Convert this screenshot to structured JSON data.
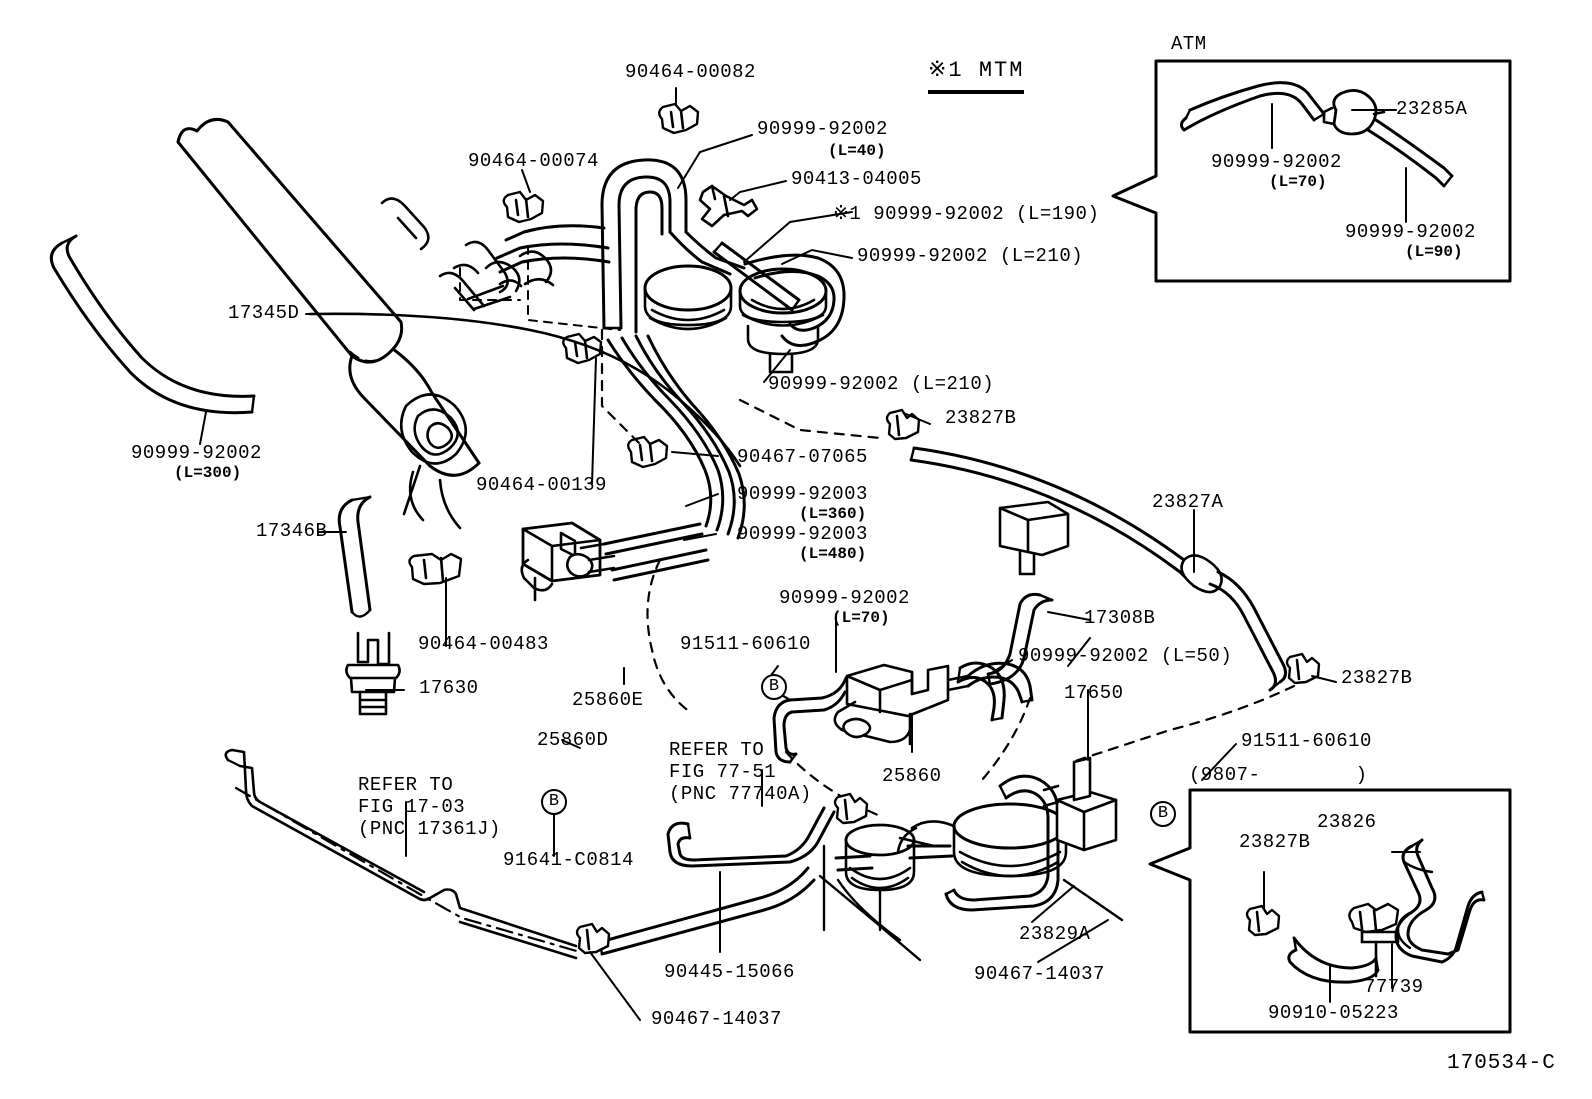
{
  "diagram": {
    "number": "170534-C",
    "note_mtm": "※1 MTM",
    "callout_letter": "B"
  },
  "insets": {
    "atm": {
      "title": "ATM",
      "labels": [
        {
          "text": "23285A"
        },
        {
          "text": "90999-92002",
          "sub": "(L=70)"
        },
        {
          "text": "90999-92002",
          "sub": "(L=90)"
        }
      ]
    },
    "date_range": {
      "title": "(9807-        )",
      "labels": [
        {
          "text": "23826"
        },
        {
          "text": "23827B"
        },
        {
          "text": "90910-05223"
        },
        {
          "text": "77739"
        }
      ]
    }
  },
  "labels": {
    "l_90464_00082": "90464-00082",
    "l_90464_00074": "90464-00074",
    "l_90999_92002_L40": "90999-92002",
    "l_90999_92002_L40_sub": "(L=40)",
    "l_90413_04005": "90413-04005",
    "l_90999_92002_L190": "※1 90999-92002 (L=190)",
    "l_90999_92002_L210_a": "90999-92002 (L=210)",
    "l_90999_92002_L210_b": "90999-92002 (L=210)",
    "l_17345D": "17345D",
    "l_90999_92002_L300": "90999-92002",
    "l_90999_92002_L300_sub": "(L=300)",
    "l_17346B": "17346B",
    "l_90464_00139": "90464-00139",
    "l_90464_00483": "90464-00483",
    "l_17630": "17630",
    "l_25860E": "25860E",
    "l_25860D": "25860D",
    "l_91641_C0814": "91641-C0814",
    "l_refer_17_03": "REFER TO\nFIG 17-03\n(PNC 17361J)",
    "l_90467_07065": "90467-07065",
    "l_90999_92003_L360": "90999-92003",
    "l_90999_92003_L360_sub": "(L=360)",
    "l_90999_92003_L480": "90999-92003",
    "l_90999_92003_L480_sub": "(L=480)",
    "l_23827B_top": "23827B",
    "l_23827A": "23827A",
    "l_23827B_right": "23827B",
    "l_17308B": "17308B",
    "l_90999_92002_L50": "90999-92002 (L=50)",
    "l_90999_92002_L70": "90999-92002",
    "l_90999_92002_L70_sub": "(L=70)",
    "l_91511_60610_left": "91511-60610",
    "l_91511_60610_right": "91511-60610",
    "l_refer_77_51": "REFER TO\nFIG 77-51\n(PNC 77740A)",
    "l_25860": "25860",
    "l_17650": "17650",
    "l_23829A": "23829A",
    "l_90445_15066": "90445-15066",
    "l_90467_14037_a": "90467-14037",
    "l_90467_14037_b": "90467-14037",
    "l_atm_title": "ATM",
    "l_atm_23285A": "23285A",
    "l_atm_90999_L70": "90999-92002",
    "l_atm_90999_L70_sub": "(L=70)",
    "l_atm_90999_L90": "90999-92002",
    "l_atm_90999_L90_sub": "(L=90)",
    "l_date_range": "(9807-        )",
    "l_23826": "23826",
    "l_23827B_inset": "23827B",
    "l_90910_05223": "90910-05223",
    "l_77739": "77739"
  },
  "colors": {
    "ink": "#000000",
    "paper": "#ffffff"
  }
}
